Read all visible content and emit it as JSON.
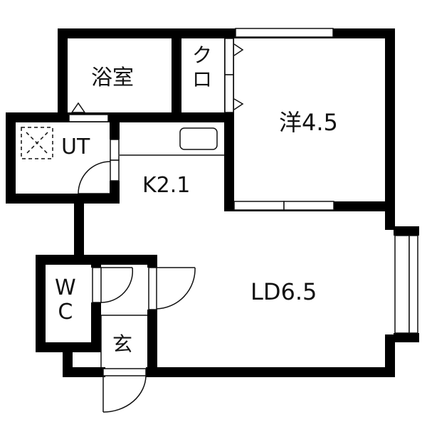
{
  "diagram": {
    "type": "floor-plan",
    "layout": "1LDK",
    "colors": {
      "wall": "#000000",
      "background": "#ffffff",
      "line": "#111111"
    }
  },
  "rooms": {
    "bathroom": {
      "label": "浴室"
    },
    "closet": {
      "label": "クロ",
      "chars": [
        "ク",
        "ロ"
      ]
    },
    "western_room": {
      "label": "洋4.5",
      "type": "洋",
      "size": "4.5"
    },
    "utility": {
      "label": "UT"
    },
    "kitchen": {
      "label": "K2.1",
      "type": "K",
      "size": "2.1"
    },
    "living_dining": {
      "label": "LD6.5",
      "type": "LD",
      "size": "6.5"
    },
    "toilet": {
      "label": "WC",
      "chars": [
        "W",
        "C"
      ]
    },
    "entrance": {
      "label": "玄"
    }
  },
  "fixtures": {
    "sink": "kitchen-sink",
    "washer_space": "washing-machine-space",
    "balcony_window": "bay-window"
  }
}
